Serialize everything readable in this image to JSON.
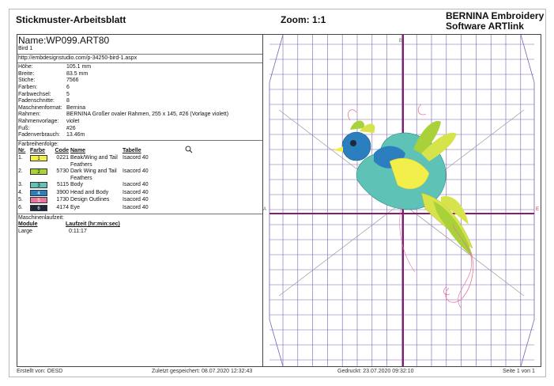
{
  "header": {
    "title": "Stickmuster-Arbeitsblatt",
    "zoom": "Zoom: 1:1",
    "brand_line1": "BERNINA Embroidery",
    "brand_line2": "Software ARTlink"
  },
  "design": {
    "name": "Name:WP099.ART80",
    "subtitle": "Bird 1",
    "url": "http://embdesignstudio.com/p-34250-bird-1.aspx",
    "props": [
      {
        "k": "Höhe:",
        "v": "105.1 mm"
      },
      {
        "k": "Breite:",
        "v": "83.5 mm"
      },
      {
        "k": "Stiche:",
        "v": "7566"
      },
      {
        "k": "Farben:",
        "v": "6"
      },
      {
        "k": "Farbwechsel:",
        "v": "5"
      },
      {
        "k": "Fadenschnitte:",
        "v": "8"
      },
      {
        "k": "Maschinenformat:",
        "v": "Bernina"
      },
      {
        "k": "Rahmen:",
        "v": "BERNINA Großer ovaler Rahmen, 255 x 145, #26 (Vorlage violett)"
      },
      {
        "k": "Rahmenvorlage:",
        "v": "violet"
      },
      {
        "k": "Fuß:",
        "v": "#26"
      },
      {
        "k": "Fadenverbrauch:",
        "v": "13.46m"
      }
    ]
  },
  "colors": {
    "section": "Farbreihenfolge:",
    "headers": {
      "nr": "Nr.",
      "farbe": "Farbe",
      "code": "Code",
      "name": "Name",
      "tabelle": "Tabelle"
    },
    "rows": [
      {
        "nr": "1.",
        "sw": "1",
        "code": "0221",
        "name": "Beak/Wing and Tail Feathers",
        "tab": "Isacord 40",
        "color": "#f2ee4a",
        "text": "#000000"
      },
      {
        "nr": "2.",
        "sw": "2",
        "code": "5730",
        "name": "Dark Wing and Tail Feathers",
        "tab": "Isacord 40",
        "color": "#a9d13a",
        "text": "#000000"
      },
      {
        "nr": "3.",
        "sw": "3",
        "code": "5115",
        "name": "Body",
        "tab": "Isacord 40",
        "color": "#5fc2b6",
        "text": "#000000"
      },
      {
        "nr": "4.",
        "sw": "4",
        "code": "3900",
        "name": "Head and Body",
        "tab": "Isacord 40",
        "color": "#2b7fbf",
        "text": "#ffffff"
      },
      {
        "nr": "5.",
        "sw": "5",
        "code": "1730",
        "name": "Design Outlines",
        "tab": "Isacord 40",
        "color": "#e8759e",
        "text": "#ffffff"
      },
      {
        "nr": "6.",
        "sw": "6",
        "code": "4174",
        "name": "Eye",
        "tab": "Isacord 40",
        "color": "#1e2a3a",
        "text": "#ffffff"
      }
    ]
  },
  "runtime": {
    "section": "Maschinenlaufzeit:",
    "col_module": "Module",
    "col_time": "Laufzeit (hr:min:sec)",
    "module": "Large",
    "time": "0:11:17"
  },
  "canvas_labels": {
    "top": "B",
    "left": "A",
    "right": "E"
  },
  "footer": {
    "created": "Erstellt von: OESD",
    "saved": "Zuletzt gespeichert: 08.07.2020 12:32:43",
    "printed": "Gedruckt: 23.07.2020 09:32:10",
    "page": "Seite 1 von 1"
  },
  "icons": {
    "zoom": "magnifier-icon"
  }
}
